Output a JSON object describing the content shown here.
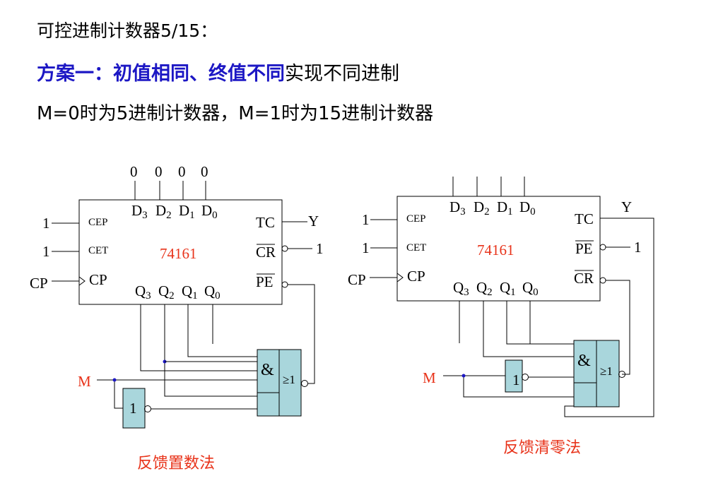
{
  "header": {
    "line1": "可控进制计数器5/15：",
    "line2_blue": "方案一：初值相同、终值不同",
    "line2_rest": "实现不同进制",
    "line3": "M=0时为5进制计数器，M=1时为15进制计数器"
  },
  "left_circuit": {
    "chip": "74161",
    "preset": [
      "0",
      "0",
      "0",
      "0"
    ],
    "inputs": {
      "cep": "1",
      "cet": "1",
      "cp": "CP"
    },
    "pins": {
      "cep": "CEP",
      "cet": "CET",
      "cp": "CP",
      "tc": "TC",
      "cr": "CR",
      "pe": "PE"
    },
    "d_pins": [
      "D",
      "D",
      "D",
      "D"
    ],
    "d_subs": [
      "3",
      "2",
      "1",
      "0"
    ],
    "q_pins": [
      "Q",
      "Q",
      "Q",
      "Q"
    ],
    "q_subs": [
      "3",
      "2",
      "1",
      "0"
    ],
    "tc_out": "Y",
    "cr_in": "1",
    "m": "M",
    "and": "&",
    "or": "≥1",
    "not": "1",
    "caption": "反馈置数法"
  },
  "right_circuit": {
    "chip": "74161",
    "inputs": {
      "cep": "1",
      "cet": "1",
      "cp": "CP"
    },
    "pins": {
      "cep": "CEP",
      "cet": "CET",
      "cp": "CP",
      "tc": "TC",
      "pe": "PE",
      "cr": "CR"
    },
    "d_pins": [
      "D",
      "D",
      "D",
      "D"
    ],
    "d_subs": [
      "3",
      "2",
      "1",
      "0"
    ],
    "q_pins": [
      "Q",
      "Q",
      "Q",
      "Q"
    ],
    "q_subs": [
      "3",
      "2",
      "1",
      "0"
    ],
    "tc_out": "Y",
    "pe_in": "1",
    "m": "M",
    "and": "&",
    "or": "≥1",
    "not": "1",
    "caption": "反馈清零法"
  }
}
